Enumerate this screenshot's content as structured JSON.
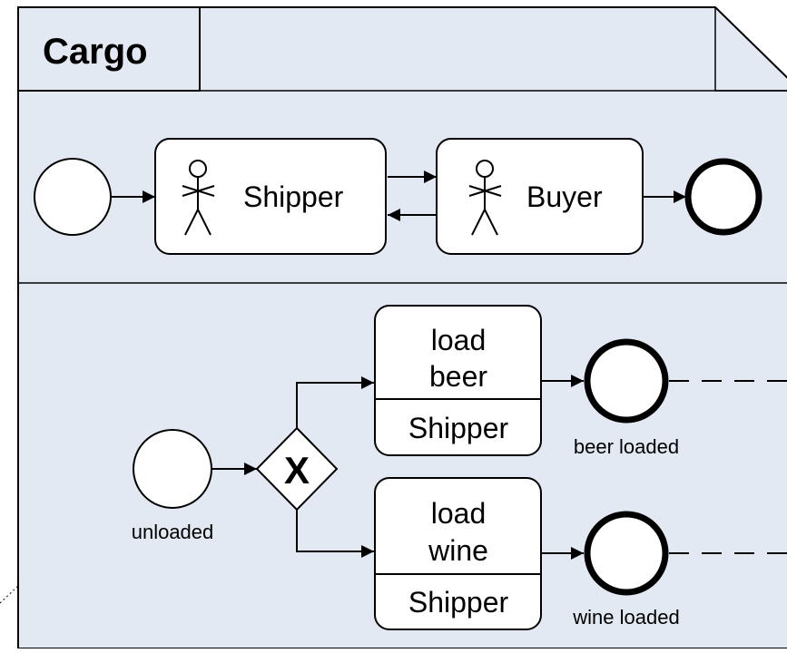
{
  "pool": {
    "title": "Cargo"
  },
  "participants_band": {
    "participants": [
      {
        "label": "Shipper",
        "icon": "stick-figure-icon"
      },
      {
        "label": "Buyer",
        "icon": "stick-figure-icon"
      }
    ]
  },
  "process": {
    "start_event_label": "unloaded",
    "gateway_marker": "X",
    "tasks": [
      {
        "name_line1": "load",
        "name_line2": "beer",
        "performer": "Shipper"
      },
      {
        "name_line1": "load",
        "name_line2": "wine",
        "performer": "Shipper"
      }
    ],
    "end_events": [
      {
        "label": "beer loaded"
      },
      {
        "label": "wine loaded"
      }
    ]
  },
  "colors": {
    "pool_fill": "#e2e9f3",
    "node_fill": "#ffffff",
    "stroke": "#000000"
  }
}
